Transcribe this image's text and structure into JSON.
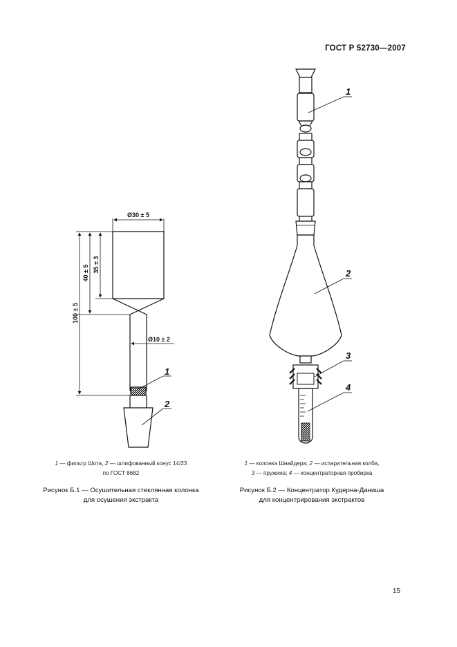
{
  "header": {
    "standard": "ГОСТ Р 52730—2007"
  },
  "figure1": {
    "dim_diameter_top": "Ø30 ± 5",
    "dim_height_40": "40 ± 5",
    "dim_height_35": "35 ± 3",
    "dim_height_100": "100 ± 5",
    "dim_diameter_tube": "Ø10 ± 2",
    "callouts": [
      "1",
      "2"
    ],
    "legend_line1_num1": "1",
    "legend_line1_text1": " — фильтр Шота, ",
    "legend_line1_num2": "2",
    "legend_line1_text2": " — шлифованный конус 14/23",
    "legend_line2": "по ГОСТ 8682",
    "caption_line1": "Рисунок Б.1 — Осушительная стеклянная колонка",
    "caption_line2": "для осушения экстракта"
  },
  "figure2": {
    "callouts": [
      "1",
      "2",
      "3",
      "4"
    ],
    "legend_line1_num1": "1",
    "legend_line1_text1": " — колонка Шнайдера; ",
    "legend_line1_num2": "2",
    "legend_line1_text2": " — испарительная колба,",
    "legend_line2_num3": "3",
    "legend_line2_text3": " — пружина; ",
    "legend_line2_num4": "4",
    "legend_line2_text4": " — концентраторная пробирка",
    "caption_line1": "Рисунок Б.2 — Концентратор Кудерна-Даниша",
    "caption_line2": "для концентрирования экстрактов"
  },
  "page_number": "15"
}
